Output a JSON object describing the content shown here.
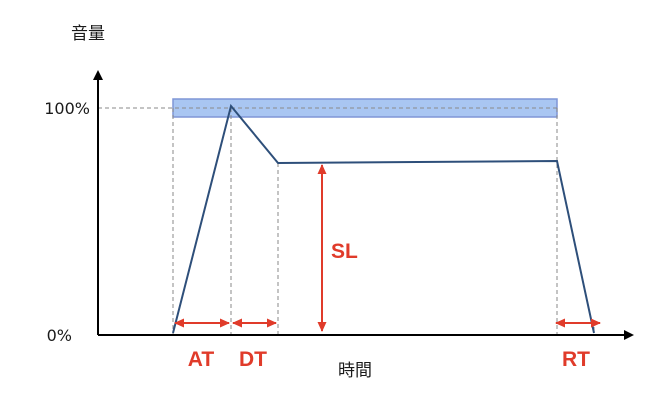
{
  "axes": {
    "y_label": "音量",
    "x_label": "時間",
    "y_tick_top": "100%",
    "y_tick_bottom": "0%"
  },
  "phases": {
    "attack": "AT",
    "decay": "DT",
    "sustain": "SL",
    "release": "RT"
  },
  "colors": {
    "envelope_line": "#2e4f7a",
    "annotation_red": "#e03b2a",
    "band_fill": "#a9c6f2",
    "band_stroke": "#7f95d6",
    "axis": "#000000",
    "guide": "#8a8a8a"
  }
}
